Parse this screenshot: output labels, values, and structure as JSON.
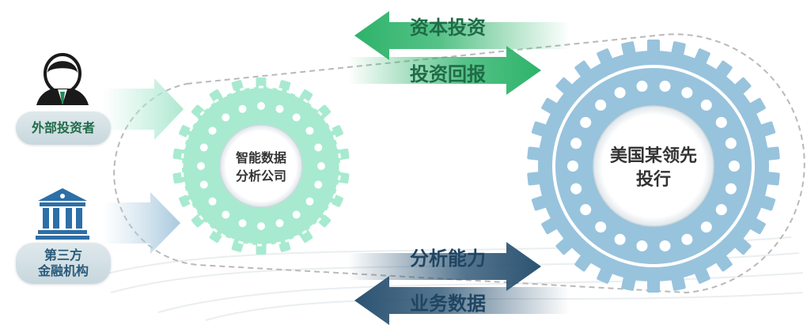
{
  "labels": {
    "capital_investment": "资本投资",
    "investment_return": "投资回报",
    "analysis_capability": "分析能力",
    "business_data": "业务数据"
  },
  "entities": {
    "external_investor": "外部投资者",
    "third_party_line1": "第三方",
    "third_party_line2": "金融机构",
    "data_company_line1": "智能数据",
    "data_company_line2": "分析公司",
    "us_bank_line1": "美国某领先",
    "us_bank_line2": "投行"
  },
  "icons": {
    "investor": "person-icon",
    "institution": "bank-building-icon"
  },
  "colors": {
    "green_gear": "#a7ead0",
    "blue_gear": "#98c3dd",
    "green_arrow": "#2db36a",
    "navy_arrow": "#2b5372",
    "green_text": "#1f6b47",
    "navy_text": "#1f4562"
  }
}
